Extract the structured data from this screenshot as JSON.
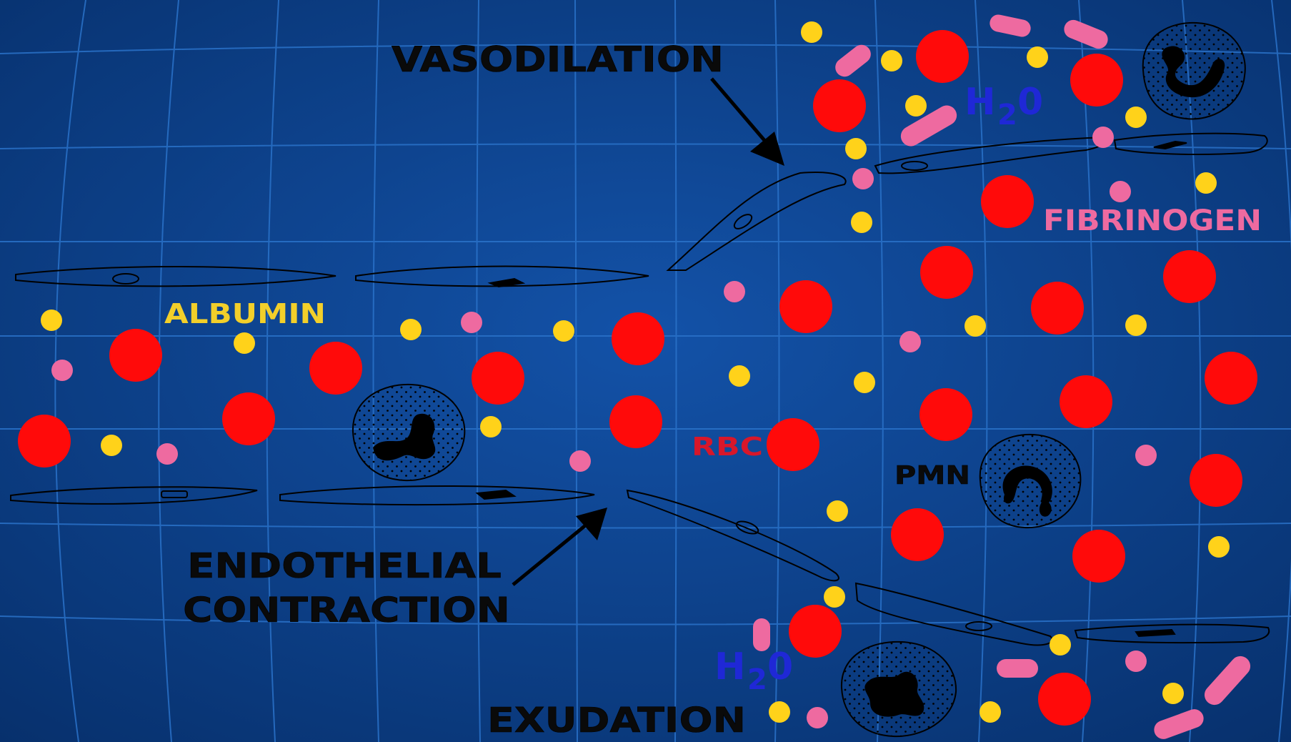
{
  "labels": {
    "vasodilation": "VASODILATION",
    "albumin": "ALBUMIN",
    "fibrinogen": "FIBRINOGEN",
    "rbc": "RBC",
    "pmn": "PMN",
    "endothelial_line1": "ENDOTHELIAL",
    "endothelial_line2": "CONTRACTION",
    "exudation": "EXUDATION",
    "water_h": "H",
    "water_2": "2",
    "water_o": "0"
  },
  "colors": {
    "background": "#0b3f86",
    "gridline": "#2a72c9",
    "rbc": "#ff0a0a",
    "albumin": "#ffd21a",
    "fibrinogen": "#ee6aa0",
    "water": "#1f28d6",
    "outline": "#000000",
    "albumin_label": "#f2cf2a",
    "fibrinogen_label": "#ee6aa0",
    "rbc_label": "#d8172a"
  }
}
